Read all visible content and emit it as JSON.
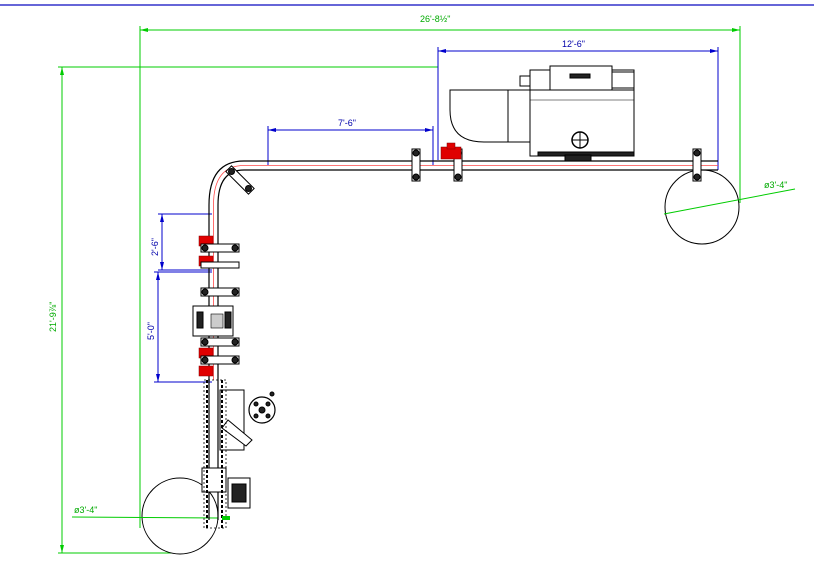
{
  "dimensions": {
    "overall_width": "26'-8½\"",
    "overall_height": "21'-9⅞\"",
    "top_right_span": "12'-6\"",
    "top_mid_span": "7'-6\"",
    "left_upper_span": "2'-6\"",
    "left_lower_span": "5'-0\"",
    "turntable_right_dia": "ø3'-4\"",
    "turntable_left_dia": "ø3'-4\""
  },
  "colors": {
    "header_line": "#3333cc",
    "dimension_green": "#00cc00",
    "dimension_blue": "#0000cc",
    "conveyor_center": "#ff4a4a",
    "accent_red": "#e00000"
  }
}
